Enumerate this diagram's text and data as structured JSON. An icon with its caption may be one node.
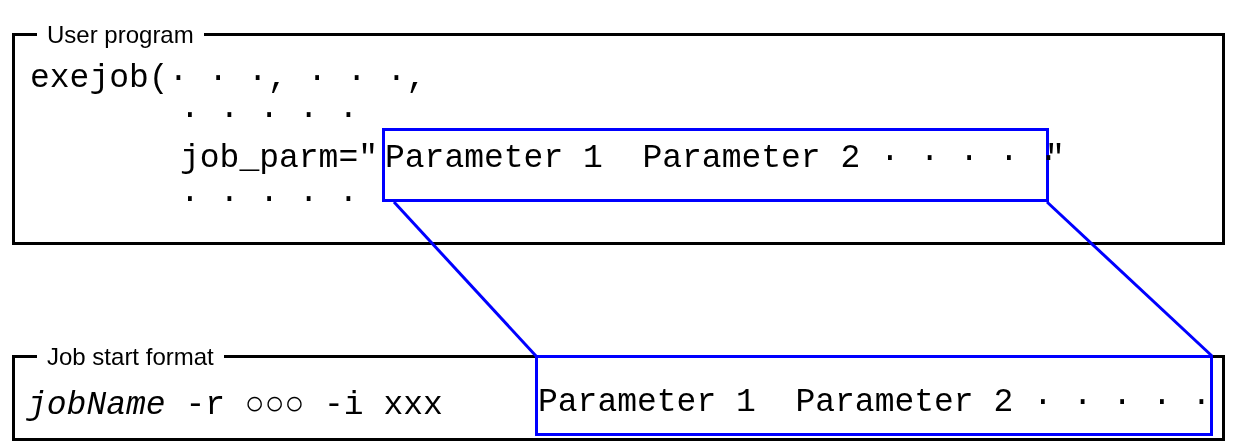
{
  "diagram": {
    "nodes": [
      {
        "text": [
          "User program",
          "exejob(· · ·, · · ·,",
          "· · · · ·",
          "job_parm=\"",
          "\"",
          "· · · · ·"
        ]
      },
      {
        "text": [
          "Parameter 1  Parameter 2 · · · · ·"
        ],
        "in": 0
      },
      {
        "text": [
          "Job start format",
          "*jobName* -r ○○○ -i xxx"
        ]
      },
      {
        "text": [
          "Parameter 1  Parameter 2 · · · · ·"
        ],
        "in": 2
      }
    ],
    "edges": [
      {
        "from": 1,
        "to": 3,
        "arrow": "none"
      },
      {
        "from": 1,
        "to": 3,
        "arrow": "none"
      }
    ]
  }
}
